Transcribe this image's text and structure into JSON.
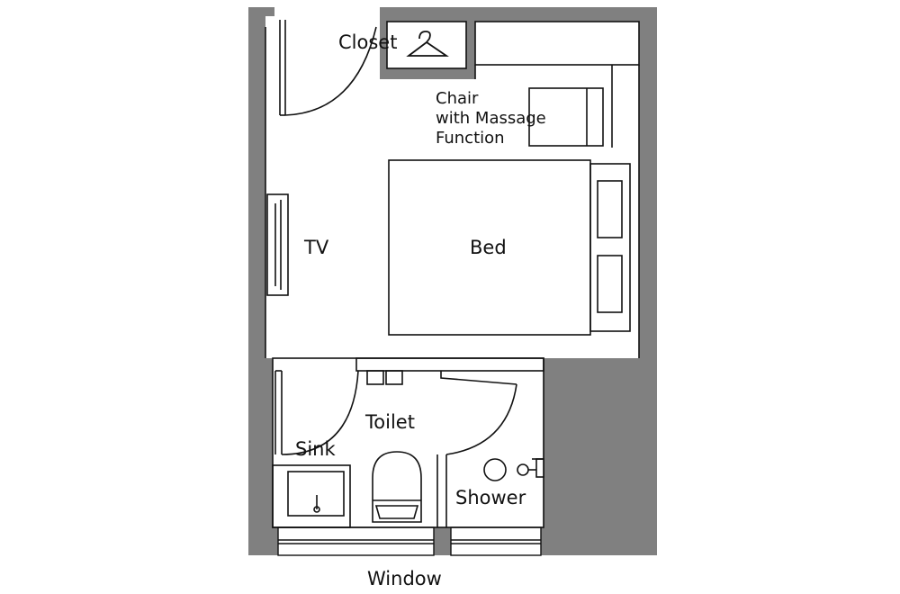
{
  "labels": {
    "closet": "Closet",
    "chair_line1": "Chair",
    "chair_line2": "with Massage",
    "chair_line3": "Function",
    "tv": "TV",
    "bed": "Bed",
    "toilet": "Toilet",
    "sink": "Sink",
    "shower": "Shower",
    "window": "Window"
  },
  "colors": {
    "wall": "#808080",
    "line": "#111111",
    "background": "#ffffff"
  },
  "icons": {
    "closet": "hanger-icon",
    "shower": "shower-head-icon"
  }
}
